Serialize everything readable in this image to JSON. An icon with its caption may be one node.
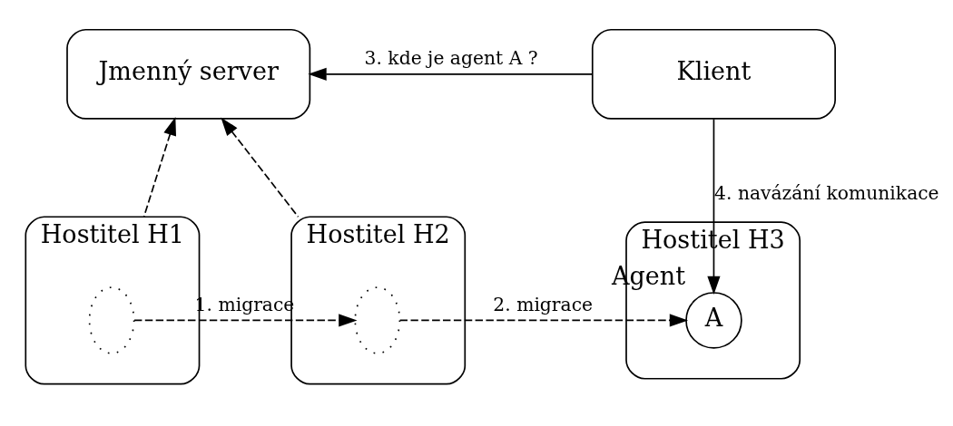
{
  "diagram": {
    "nodes": [
      {
        "text": [
          "Jmenný server"
        ]
      },
      {
        "text": [
          "Klient"
        ]
      },
      {
        "text": [
          "Hostitel H1"
        ]
      },
      {
        "text": [],
        "shape": "ellipse",
        "in": 2
      },
      {
        "text": [
          "Hostitel H2"
        ]
      },
      {
        "text": [],
        "shape": "ellipse",
        "in": 4
      },
      {
        "text": [
          "Hostitel H3"
        ]
      },
      {
        "text": [
          "A"
        ],
        "in": 6,
        "beside": [
          "Agent"
        ]
      }
    ],
    "edges": [
      {
        "from": 1,
        "to": 0,
        "arrow": "to",
        "label": "3. kde je agent A ?"
      },
      {
        "from": 1,
        "to": 7,
        "arrow": "to",
        "label": "4. navázání komunikace"
      },
      {
        "from": 2,
        "to": 0,
        "arrow": "to",
        "style": "dashed"
      },
      {
        "from": 4,
        "to": 0,
        "arrow": "to",
        "style": "dashed"
      },
      {
        "from": 3,
        "to": 5,
        "arrow": "to",
        "style": "dashed",
        "label": "1. migrace"
      },
      {
        "from": 5,
        "to": 7,
        "arrow": "to",
        "style": "dashed",
        "label": "2. migrace"
      }
    ]
  }
}
